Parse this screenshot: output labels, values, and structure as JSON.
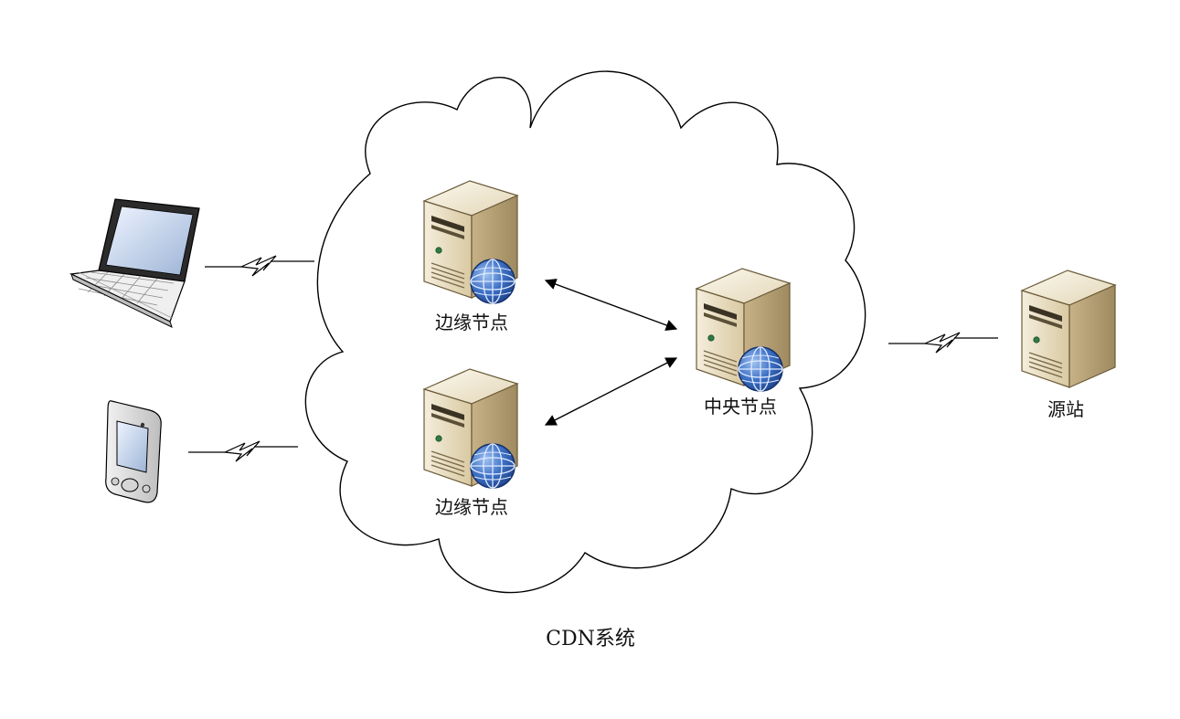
{
  "nodes": {
    "edge_top": {
      "label": "边缘节点",
      "icon": "server-globe-icon"
    },
    "edge_bottom": {
      "label": "边缘节点",
      "icon": "server-globe-icon"
    },
    "central": {
      "label": "中央节点",
      "icon": "server-globe-icon"
    },
    "origin": {
      "label": "源站",
      "icon": "server-icon"
    }
  },
  "clients": {
    "laptop": {
      "icon": "laptop-icon"
    },
    "phone": {
      "icon": "pda-icon"
    }
  },
  "links": {
    "wireless_icon": "lightning-link-icon",
    "bidirectional_icon": "double-arrow-icon"
  },
  "caption": "CDN系统",
  "colors": {
    "server_light": "#efe6cf",
    "server_dark": "#b9a57a",
    "globe": "#3b6fc4",
    "line": "#000000"
  }
}
